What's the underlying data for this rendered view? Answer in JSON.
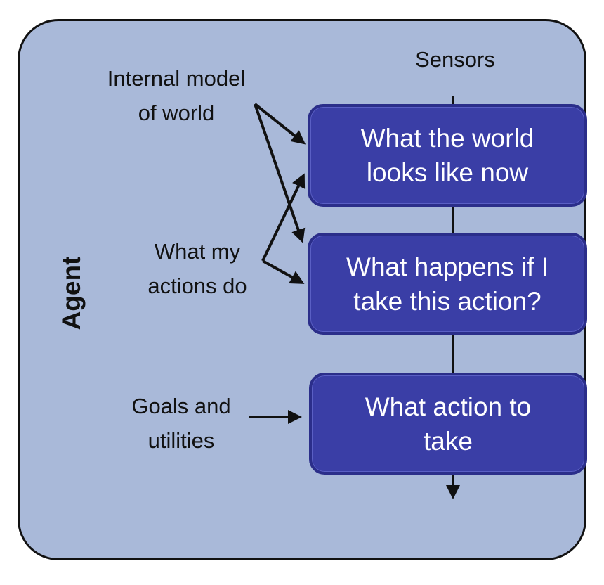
{
  "agent_label": "Agent",
  "sensors_label": "Sensors",
  "internal_model": {
    "line1": "Internal model",
    "line2": "of world"
  },
  "my_actions": {
    "line1": "What my",
    "line2": "actions do"
  },
  "goals": {
    "line1": "Goals and",
    "line2": "utilities"
  },
  "boxes": {
    "world_now": {
      "line1": "What the world",
      "line2": "looks like now"
    },
    "happens_if": {
      "line1": "What happens if I",
      "line2": "take this action?"
    },
    "action_to_take": {
      "line1": "What action to",
      "line2": "take"
    }
  },
  "colors": {
    "agent_background": "#a9b9d9",
    "box_fill": "#3a3ea6",
    "box_border": "#2b2e8a",
    "box_text": "#ffffff",
    "line": "#111111"
  }
}
